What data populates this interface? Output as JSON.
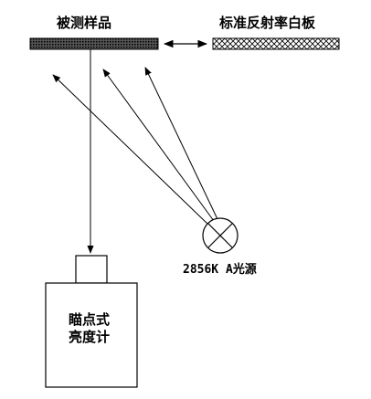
{
  "labels": {
    "sample": "被测样品",
    "reference_plate": "标准反射率白板",
    "light_source": "2856K A光源",
    "meter_line1": "瞄点式",
    "meter_line2": "亮度计"
  }
}
